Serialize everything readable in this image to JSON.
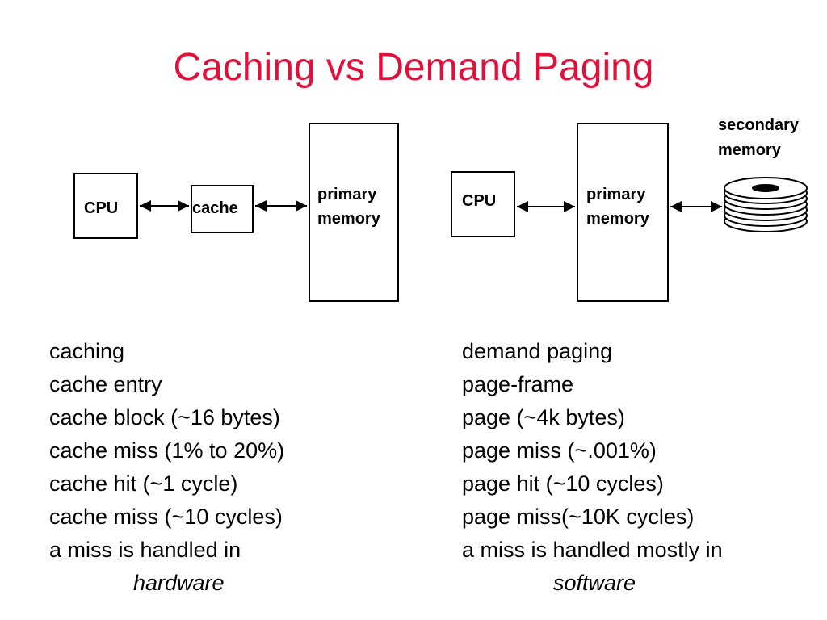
{
  "title": "Caching vs Demand Paging",
  "colors": {
    "title": "#e0103a",
    "stroke": "#000000"
  },
  "diagram": {
    "left": {
      "cpu": "CPU",
      "cache": "cache",
      "memory": [
        "primary",
        "memory"
      ]
    },
    "right": {
      "cpu": "CPU",
      "memory": [
        "primary",
        "memory"
      ],
      "secondary": [
        "secondary",
        "memory"
      ],
      "disk_icon": "disk-stack-icon"
    }
  },
  "caching": {
    "lines": [
      "caching",
      "cache entry",
      "cache block (~16 bytes)",
      "cache miss (1% to 20%)",
      "cache hit (~1 cycle)",
      "cache miss (~10 cycles)",
      "a miss is handled in"
    ],
    "emphasis": "hardware"
  },
  "paging": {
    "lines": [
      "demand paging",
      "page-frame",
      "page (~4k bytes)",
      "page miss (~.001%)",
      "page hit (~10 cycles)",
      "page miss(~10K cycles)",
      "a miss is handled mostly in"
    ],
    "emphasis": "software"
  }
}
